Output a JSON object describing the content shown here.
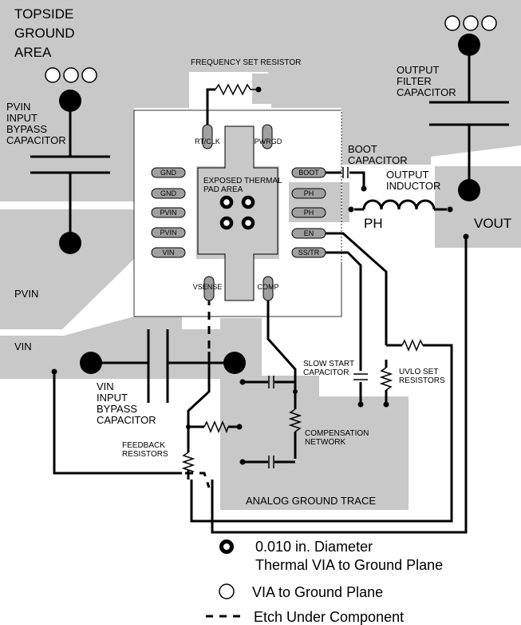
{
  "regions": {
    "topside_ground_area": [
      "TOPSIDE",
      "GROUND",
      "AREA"
    ],
    "pvin": "PVIN",
    "vin": "VIN",
    "ph": "PH",
    "vout": "VOUT",
    "analog_ground_trace": "ANALOG GROUND TRACE"
  },
  "components": {
    "frequency_set_resistor": "FREQUENCY SET RESISTOR",
    "pvin_input_bypass_capacitor": [
      "PVIN",
      "INPUT",
      "BYPASS",
      "CAPACITOR"
    ],
    "output_filter_capacitor": [
      "OUTPUT",
      "FILTER",
      "CAPACITOR"
    ],
    "boot_capacitor": [
      "BOOT",
      "CAPACITOR"
    ],
    "output_inductor": [
      "OUTPUT",
      "INDUCTOR"
    ],
    "exposed_thermal_pad_area": [
      "EXPOSED THERMAL",
      "PAD AREA"
    ],
    "vin_input_bypass_capacitor": [
      "VIN",
      "INPUT",
      "BYPASS",
      "CAPACITOR"
    ],
    "slow_start_capacitor": [
      "SLOW START",
      "CAPACITOR"
    ],
    "uvlo_set_resistors": [
      "UVLO SET",
      "RESISTORS"
    ],
    "compensation_network": [
      "COMPENSATION",
      "NETWORK"
    ],
    "feedback_resistors": [
      "FEEDBACK",
      "RESISTORS"
    ]
  },
  "pins": {
    "rt_clk": "RT/CLK",
    "pwrgd": "PWRGD",
    "gnd_1": "GND",
    "gnd_2": "GND",
    "pvin_1": "PVIN",
    "pvin_2": "PVIN",
    "vin": "VIN",
    "boot": "BOOT",
    "ph_1": "PH",
    "ph_2": "PH",
    "en": "EN",
    "ss_tr": "SS/TR",
    "vsense": "VSENSE",
    "comp": "COMP"
  },
  "legend": {
    "thermal_via_line1": "0.010 in. Diameter",
    "thermal_via_line2": "Thermal VIA to Ground Plane",
    "via": "VIA to Ground Plane",
    "etch": "Etch Under Component"
  },
  "colors": {
    "copper": "#c8c8c8",
    "trace": "#000000",
    "pin_fill": "#a0a0a0"
  }
}
